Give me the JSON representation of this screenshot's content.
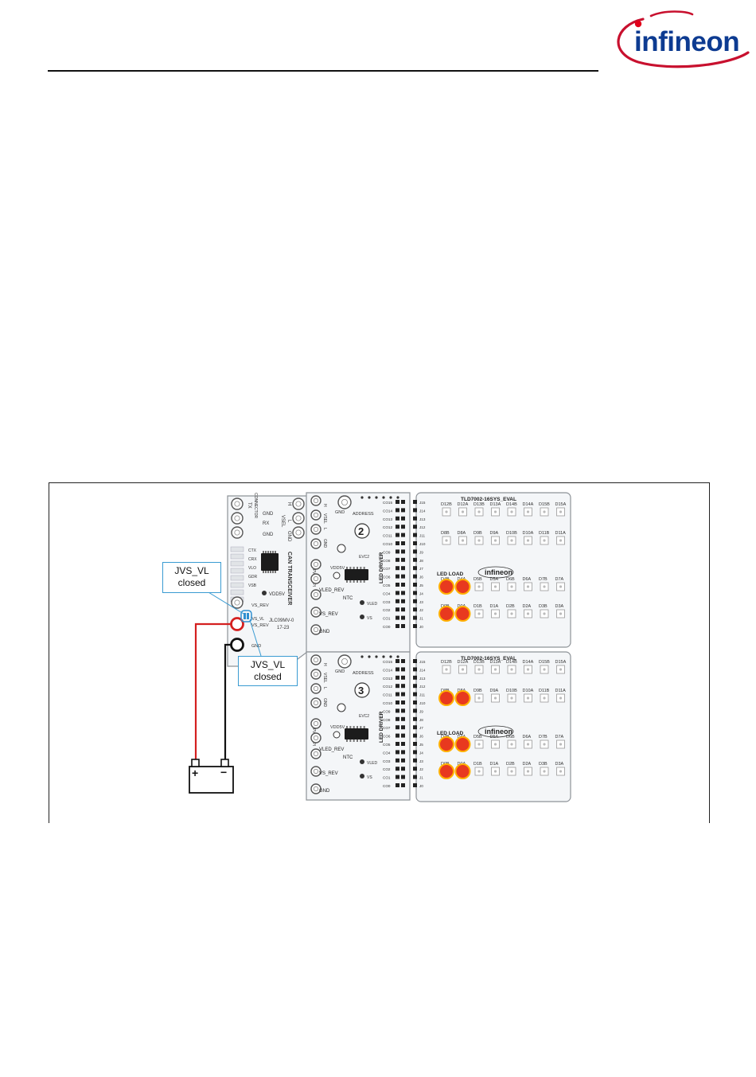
{
  "header": {
    "logo_text": "infineon",
    "brand_color": "#e2001a",
    "logo_arc_color": "#c8102e",
    "text_color": "#0d3b91"
  },
  "figure": {
    "callouts": [
      {
        "line1": "JVS_VL",
        "line2": "closed"
      },
      {
        "line1": "JVS_VL",
        "line2": "closed"
      }
    ],
    "battery": {
      "plus": "+",
      "minus": "−"
    },
    "can_board": {
      "header_labels": [
        "TX",
        "GND",
        "RX",
        "CONNECTOR",
        "GND"
      ],
      "side_labels": [
        "H",
        "VSEL",
        "L",
        "GND"
      ],
      "title": "CAN TRANSCEIVER",
      "pins": [
        "CTX",
        "CRX",
        "VLO",
        "GDR",
        "VSB"
      ],
      "vdd": "VDD5V",
      "jvs": "JVS_VL",
      "revs": [
        "VS_REV",
        "GND"
      ],
      "code": "JLC09MV-0",
      "date": "17-23"
    },
    "driver_boards": [
      {
        "address_label": "ADDRESS",
        "number": "2",
        "title": "LED DRIVER",
        "labels": [
          "H",
          "VSEL",
          "L",
          "GND",
          "PWM",
          "SPI",
          "VDD5V",
          "VLED_REV",
          "NTC",
          "VS_REV",
          "GND",
          "VLED",
          "VS"
        ],
        "channels": [
          "CO15",
          "CO14",
          "CO13",
          "CO12",
          "CO11",
          "CO10",
          "CO9",
          "CO8",
          "CO7",
          "CO6",
          "CO5",
          "CO4",
          "CO3",
          "CO2",
          "CO1",
          "CO0"
        ],
        "jumpers": [
          "J15",
          "J14",
          "J13",
          "J12",
          "J11",
          "J10",
          "J9",
          "J8",
          "J7",
          "J6",
          "J5",
          "J4",
          "J3",
          "J2",
          "J1",
          "J0"
        ]
      },
      {
        "address_label": "ADDRESS",
        "number": "3",
        "title": "LED DRIVER",
        "labels": [
          "H",
          "VSEL",
          "L",
          "GND",
          "PWM",
          "SPI",
          "VDD5V",
          "VLED_REV",
          "NTC",
          "VS_REV",
          "GND",
          "VLED",
          "VS"
        ],
        "channels": [
          "CO15",
          "CO14",
          "CO13",
          "CO12",
          "CO11",
          "CO10",
          "CO9",
          "CO8",
          "CO7",
          "CO6",
          "CO5",
          "CO4",
          "CO3",
          "CO2",
          "CO1",
          "CO0"
        ],
        "jumpers": [
          "J15",
          "J14",
          "J13",
          "J12",
          "J11",
          "J10",
          "J9",
          "J8",
          "J7",
          "J6",
          "J5",
          "J4",
          "J3",
          "J2",
          "J1",
          "J0"
        ]
      }
    ],
    "led_boards": [
      {
        "title": "TLD7002-16SYS_EVAL",
        "load_label": "LED LOAD",
        "logo": "infineon",
        "rows": [
          [
            "D12B",
            "D12A",
            "D13B",
            "D13A",
            "D14B",
            "D14A",
            "D15B",
            "D15A"
          ],
          [
            "D8B",
            "D8A",
            "D9B",
            "D9A",
            "D10B",
            "D10A",
            "D11B",
            "D11A"
          ],
          [
            "D4B",
            "D4A",
            "D5B",
            "D5A",
            "D6B",
            "D6A",
            "D7B",
            "D7A"
          ],
          [
            "D0B",
            "D0A",
            "D1B",
            "D1A",
            "D2B",
            "D2A",
            "D3B",
            "D3A"
          ]
        ],
        "lit": [
          [
            false,
            false
          ],
          [
            false,
            false
          ],
          [
            true,
            true
          ],
          [
            true,
            true
          ]
        ]
      },
      {
        "title": "TLD7002-16SYS_EVAL",
        "load_label": "LED LOAD",
        "logo": "infineon",
        "rows": [
          [
            "D12B",
            "D12A",
            "D13B",
            "D13A",
            "D14B",
            "D14A",
            "D15B",
            "D15A"
          ],
          [
            "D8B",
            "D8A",
            "D9B",
            "D9A",
            "D10B",
            "D10A",
            "D11B",
            "D11A"
          ],
          [
            "D4B",
            "D4A",
            "D5B",
            "D5A",
            "D6B",
            "D6A",
            "D7B",
            "D7A"
          ],
          [
            "D0B",
            "D0A",
            "D1B",
            "D1A",
            "D2B",
            "D2A",
            "D3B",
            "D3A"
          ]
        ],
        "lit": [
          [
            false,
            false
          ],
          [
            true,
            true
          ],
          [
            true,
            true
          ],
          [
            true,
            true
          ]
        ]
      }
    ],
    "colors": {
      "wire_positive": "#d42020",
      "wire_negative": "#111111",
      "led_lit": "#e8391f",
      "led_glow": "#ffb000",
      "board": "#f4f6f8",
      "board_edge": "#8e9398",
      "callout_border": "#3a9bd2"
    }
  }
}
